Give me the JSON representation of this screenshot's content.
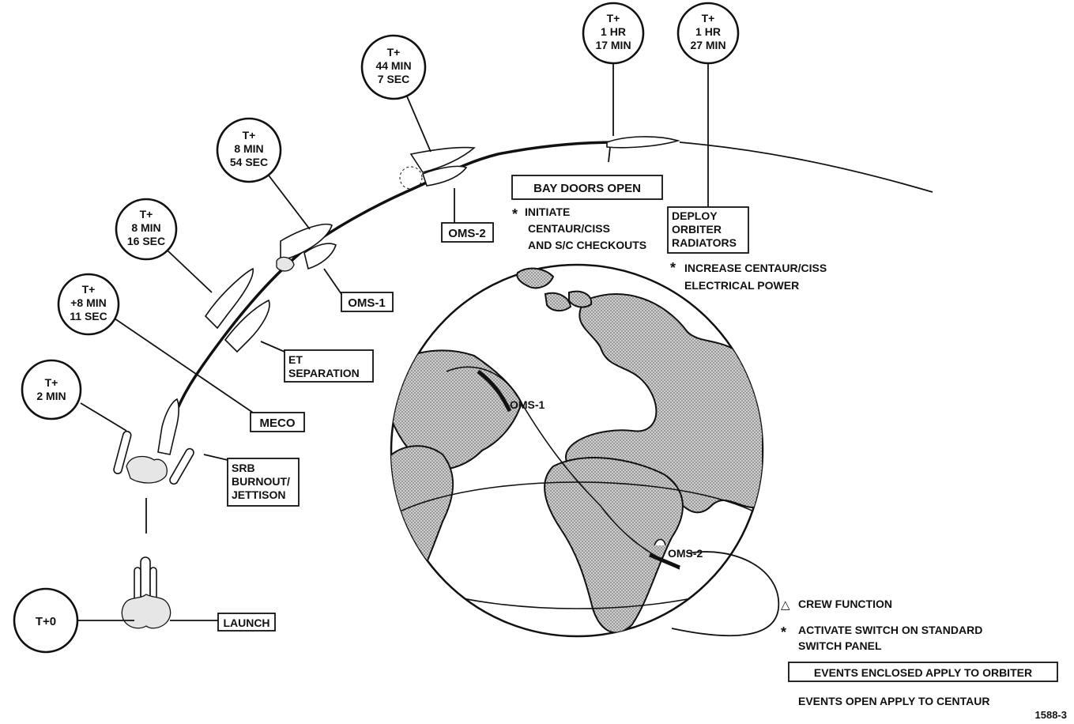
{
  "timeline": {
    "t0": {
      "lines": [
        "T+0"
      ]
    },
    "t2": {
      "lines": [
        "T+",
        "2 MIN"
      ]
    },
    "t811": {
      "lines": [
        "T+",
        "+8 MIN",
        "11 SEC"
      ]
    },
    "t816": {
      "lines": [
        "T+",
        "8 MIN",
        "16 SEC"
      ]
    },
    "t854": {
      "lines": [
        "T+",
        "8 MIN",
        "54 SEC"
      ]
    },
    "t447": {
      "lines": [
        "T+",
        "44 MIN",
        "7 SEC"
      ]
    },
    "t117": {
      "lines": [
        "T+",
        "1 HR",
        "17 MIN"
      ]
    },
    "t127": {
      "lines": [
        "T+",
        "1 HR",
        "27 MIN"
      ]
    }
  },
  "events": {
    "launch": "LAUNCH",
    "srb": [
      "SRB",
      "BURNOUT/",
      "JETTISON"
    ],
    "meco": "MECO",
    "et_sep": [
      "ET",
      "SEPARATION"
    ],
    "oms1": "OMS-1",
    "oms2": "OMS-2",
    "bay_doors": "BAY DOORS OPEN",
    "initiate": [
      "INITIATE",
      "CENTAUR/CISS",
      "AND S/C CHECKOUTS"
    ],
    "deploy": [
      "DEPLOY",
      "ORBITER",
      "RADIATORS"
    ],
    "increase": [
      "INCREASE CENTAUR/CISS",
      "ELECTRICAL POWER"
    ]
  },
  "globe": {
    "oms1": "OMS-1",
    "oms2": "OMS-2"
  },
  "legend": {
    "crew_symbol": "△",
    "crew": "CREW FUNCTION",
    "switch_symbol": "*",
    "switch": [
      "ACTIVATE SWITCH ON STANDARD",
      "SWITCH PANEL"
    ],
    "enclosed": "EVENTS ENCLOSED APPLY TO ORBITER",
    "open": "EVENTS OPEN APPLY TO CENTAUR"
  },
  "figure_number": "1588-3"
}
